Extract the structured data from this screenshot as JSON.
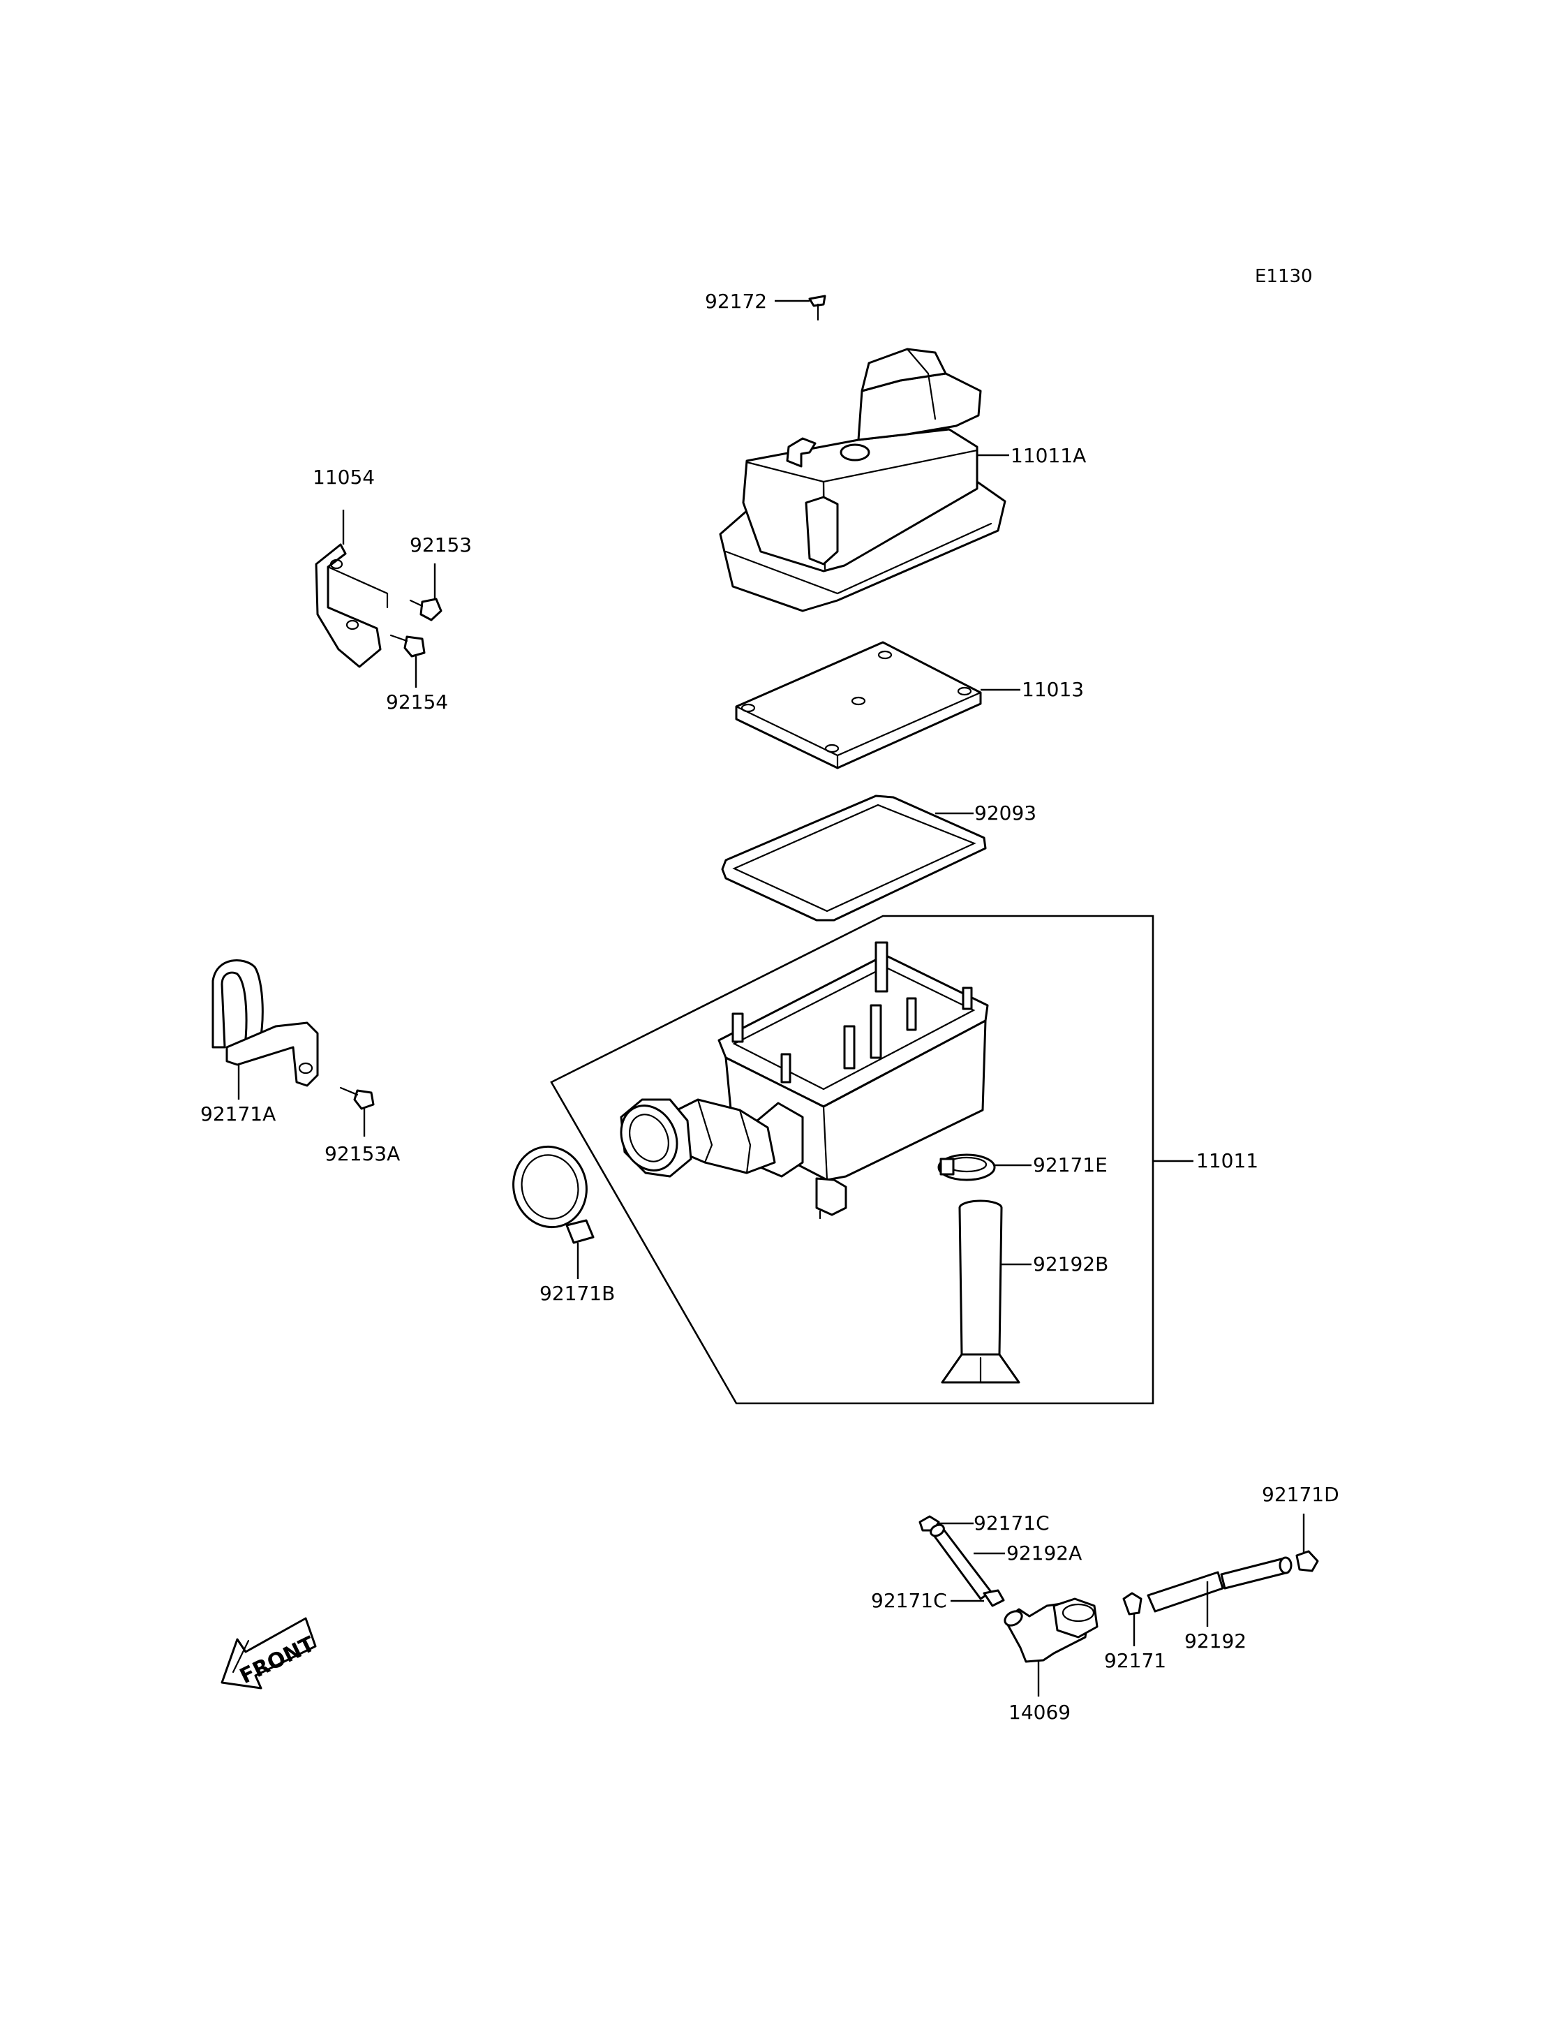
{
  "diagram_code": "E1130",
  "front_label": "FRONT",
  "labels": {
    "p92172": "92172",
    "p11011A": "11011A",
    "p11013": "11013",
    "p92093": "92093",
    "p11054": "11054",
    "p92153": "92153",
    "p92154": "92154",
    "p92171A": "92171A",
    "p92153A": "92153A",
    "p92171B": "92171B",
    "p92171E": "92171E",
    "p11011": "11011",
    "p92192B": "92192B",
    "p92171C_top": "92171C",
    "p92192A": "92192A",
    "p92171C_bottom": "92171C",
    "p14069": "14069",
    "p92171": "92171",
    "p92192": "92192",
    "p92171D": "92171D"
  },
  "colors": {
    "line": "#000000",
    "background": "#ffffff"
  }
}
